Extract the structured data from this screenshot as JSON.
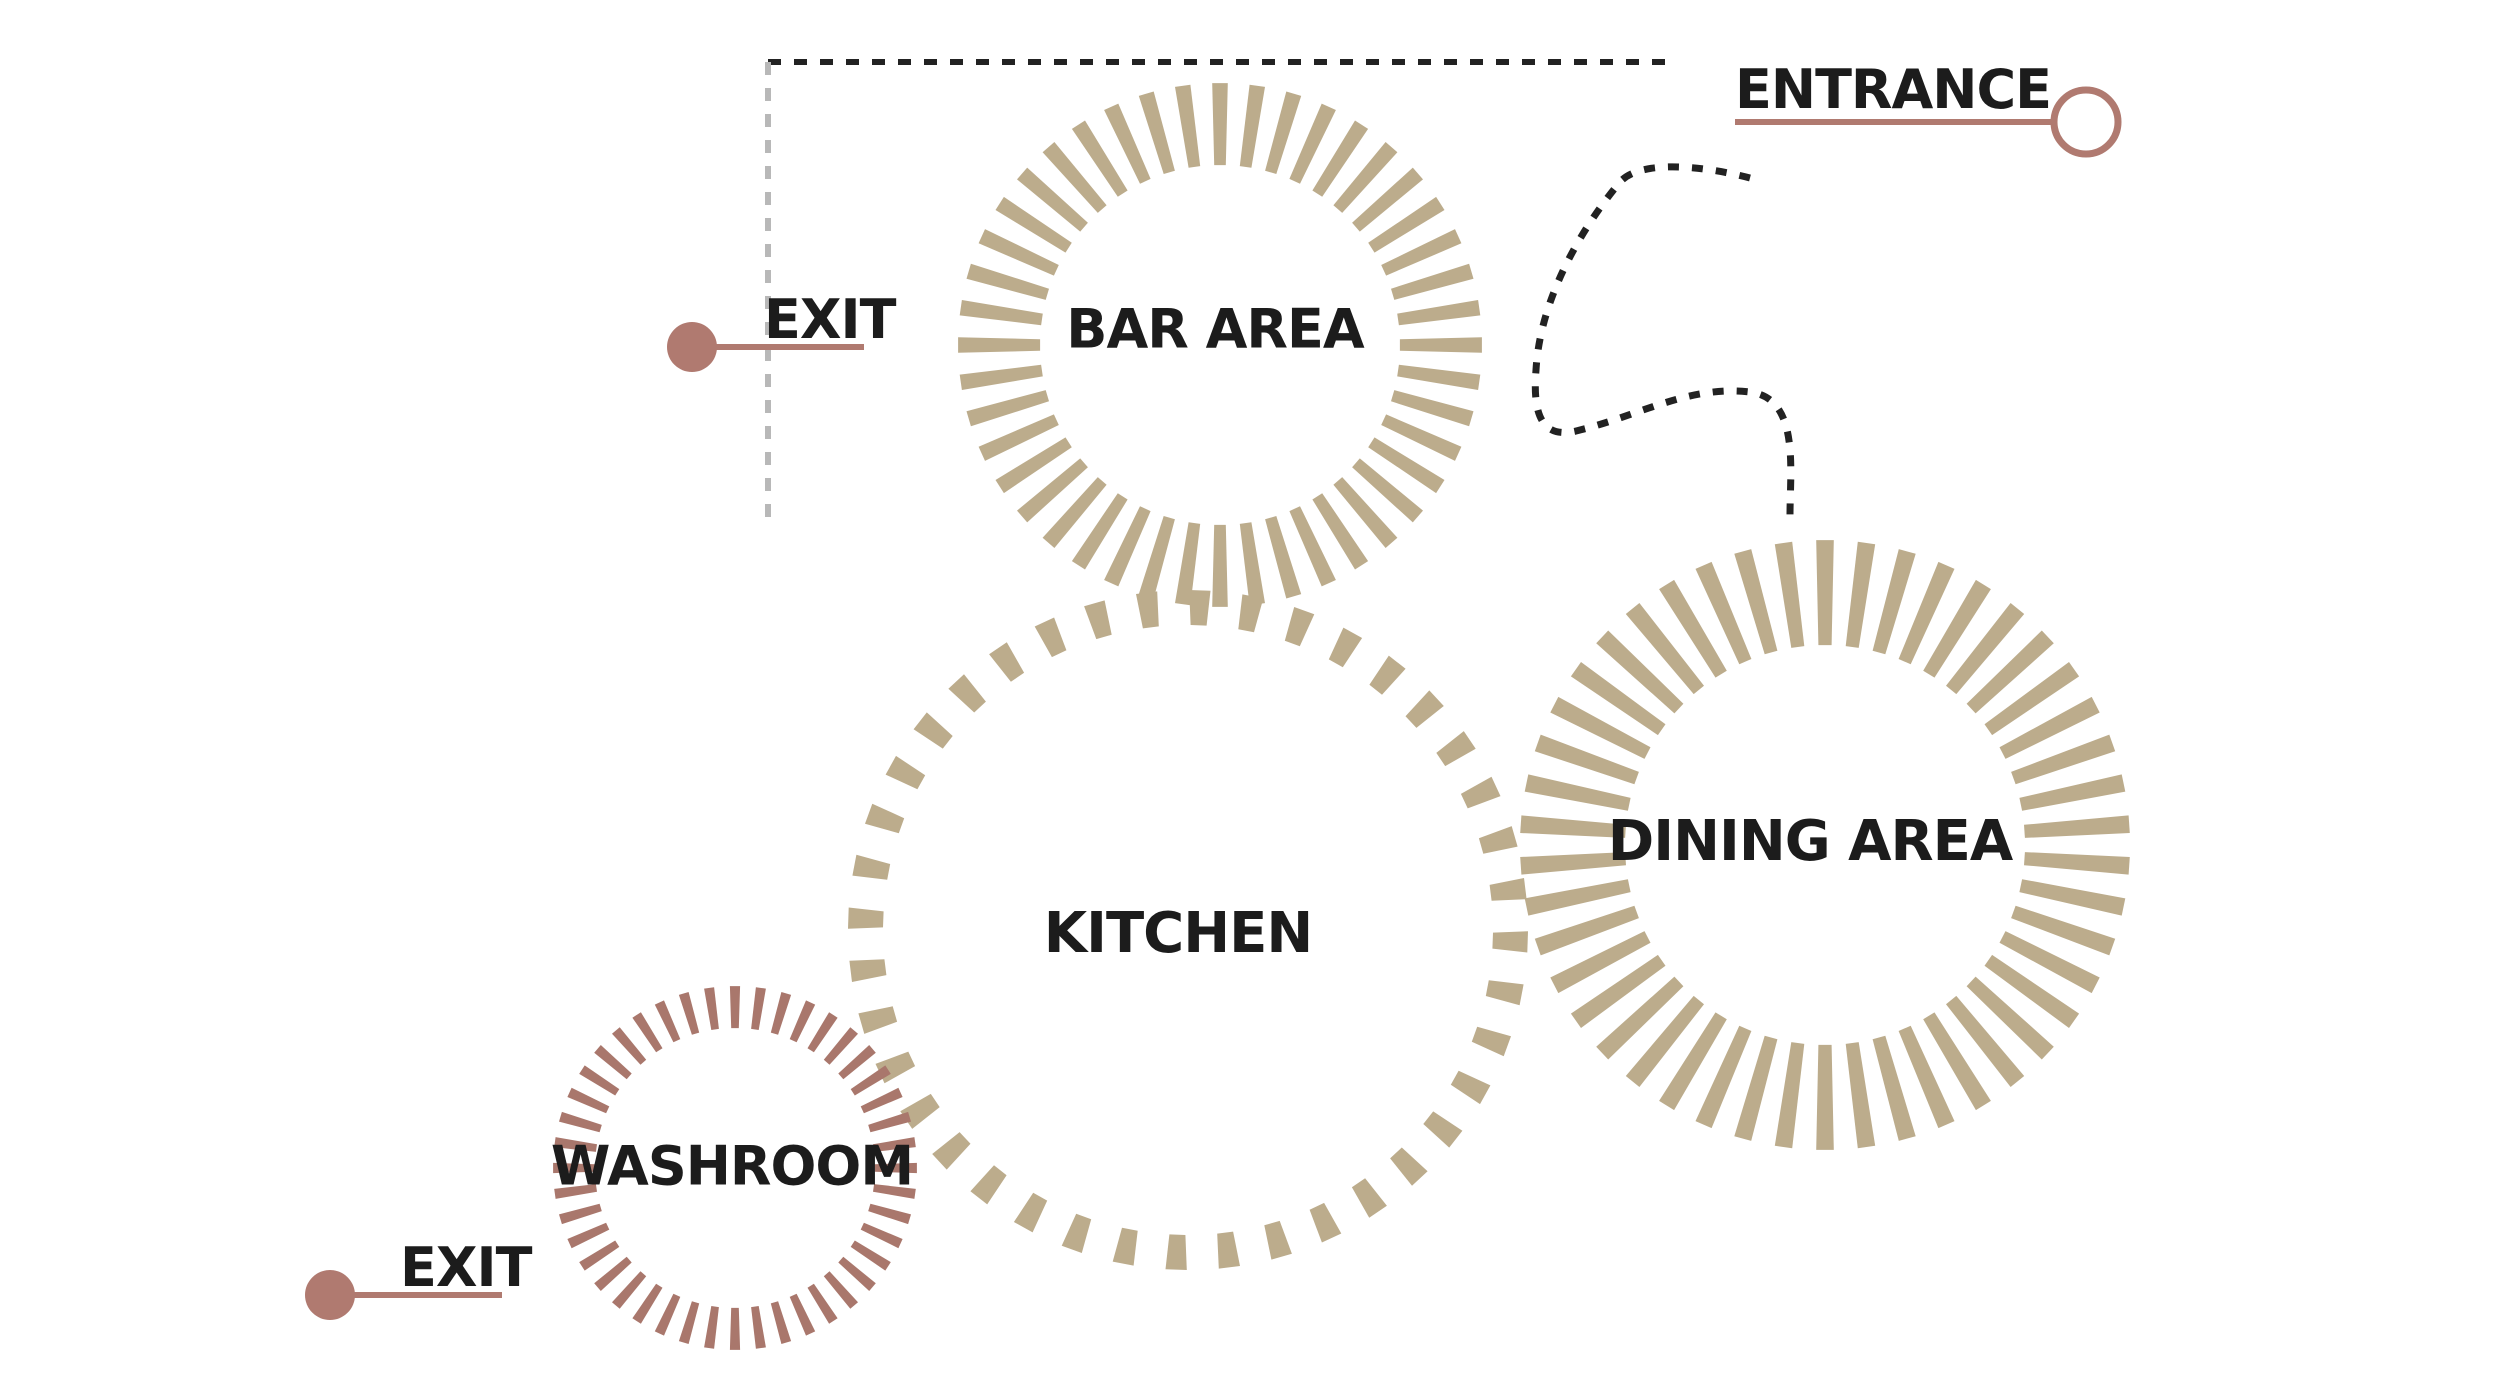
{
  "zones": {
    "bar_area": "BAR AREA",
    "kitchen": "KITCHEN",
    "dining_area": "DINING AREA",
    "washroom": "WASHROOM"
  },
  "markers": {
    "entrance": "ENTRANCE",
    "exit_top": "EXIT",
    "exit_bottom": "EXIT"
  },
  "colors": {
    "ring_tan": "#bcac8c",
    "ring_rose": "#a9776c",
    "marker_rose": "#b07a70",
    "dotted_dark": "#222222",
    "dotted_gray": "#b8b8b8",
    "label": "#1c1c1c"
  }
}
